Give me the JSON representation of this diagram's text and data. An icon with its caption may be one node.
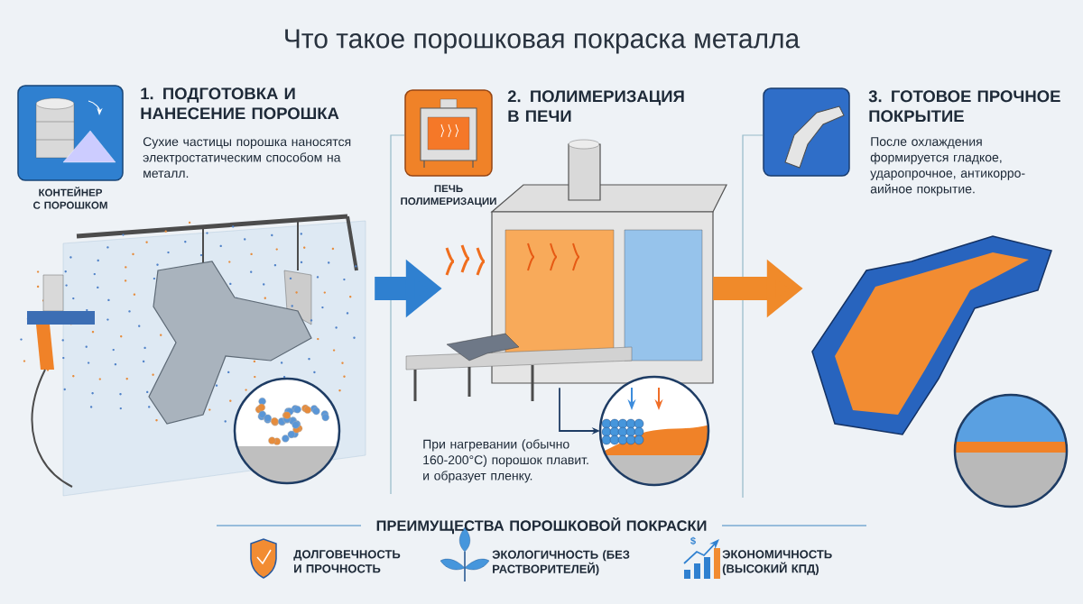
{
  "diagram": {
    "title": "Что такое порошковая покраска металла",
    "nodes": [
      {
        "text": [],
        "shape": "picture"
      },
      {
        "text": [],
        "shape": "picture"
      },
      {
        "text": [],
        "shape": "picture"
      },
      {
        "text": [],
        "shape": "picture"
      }
    ],
    "edges": [
      {
        "from": 0,
        "to": 1,
        "arrow": "to",
        "color": "#2f80d0"
      },
      {
        "from": 1,
        "to": 3,
        "arrow": "to",
        "color": "#f08a2a"
      },
      {
        "from": 1,
        "to": 2,
        "arrow": "to",
        "color": "#1e3c64"
      }
    ],
    "labels": [
      "1. ПОДГОТОВКА И НАНЕСЕНИЕ ПОРОШКА",
      "Сухие частицы порошка наносятся электростатическим способом на металл.",
      "КОНТЕЙНЕР С ПОРОШКОМ",
      "2. ПОЛИМЕРИЗАЦИЯ В ПЕЧИ",
      "ПЕЧЬ ПОЛИМЕРИЗАЦИИ",
      "3. ГОТОВОЕ ПРОЧНОЕ ПОКРЫТИЕ",
      "После охлаждения формируется гладкое, ударопрочное, антикорро-аийное покрытие.",
      "При нагревании (обычно 160-200°C) порошок плавит. и образует пленку.",
      "ПРЕИМУЩЕСТВА ПОРОШКОВОЙ ПОКРАСКИ",
      "ДОЛГОВЕЧНОСТЬ И ПРОЧНОСТЬ",
      "ЭКОЛОГИЧНОСТЬ (БЕЗ РАСТВОРИТЕЛЕЙ)",
      "ЭКОНОМИЧНОСТЬ (ВЫСОКИЙ КПД)",
      "$"
    ]
  }
}
